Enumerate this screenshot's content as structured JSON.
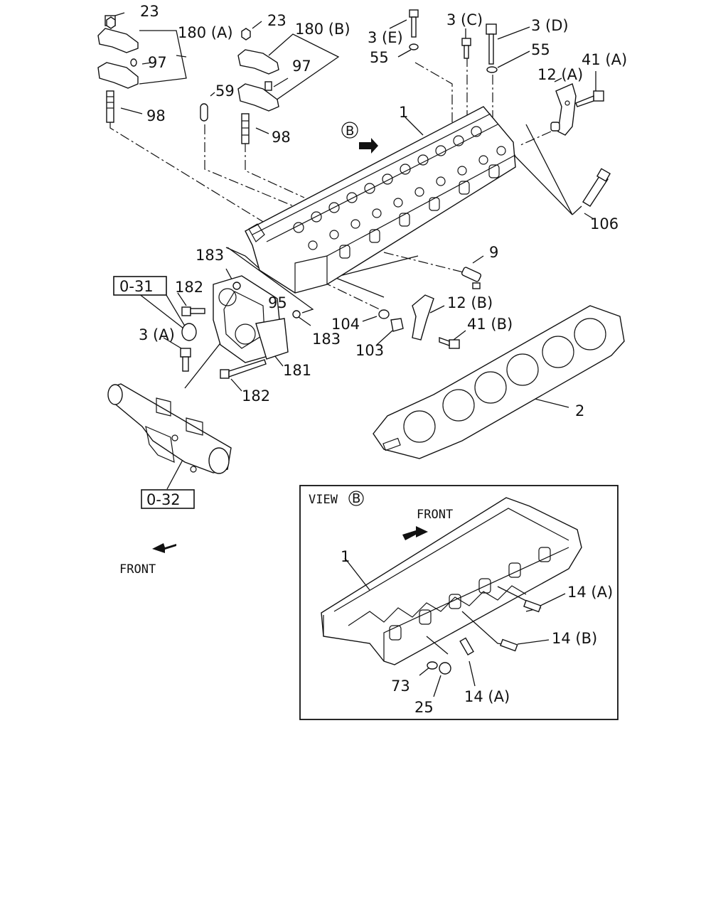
{
  "labels": {
    "l23a": "23",
    "l180a": "180 (A)",
    "l97a": "97",
    "l98a": "98",
    "l23b": "23",
    "l180b": "180 (B)",
    "l97b": "97",
    "l59": "59",
    "l98b": "98",
    "l3e": "3 (E)",
    "l55a": "55",
    "l3c": "3 (C)",
    "l3d": "3 (D)",
    "l55b": "55",
    "l41a": "41 (A)",
    "l12a": "12 (A)",
    "l1": "1",
    "lB": "B",
    "l106": "106",
    "l9": "9",
    "l183a": "183",
    "l182a": "182",
    "l031": "0-31",
    "l95": "95",
    "l12b": "12 (B)",
    "l104": "104",
    "l41b": "41 (B)",
    "l3a": "3 (A)",
    "l183b": "183",
    "l103": "103",
    "l181": "181",
    "l182b": "182",
    "l2": "2",
    "l032": "0-32",
    "front_main": "FRONT",
    "view_title": "VIEW",
    "view_B": "B",
    "front_view": "FRONT",
    "l1v": "1",
    "l14a1": "14 (A)",
    "l14b": "14 (B)",
    "l73": "73",
    "l25": "25",
    "l14a2": "14 (A)"
  }
}
